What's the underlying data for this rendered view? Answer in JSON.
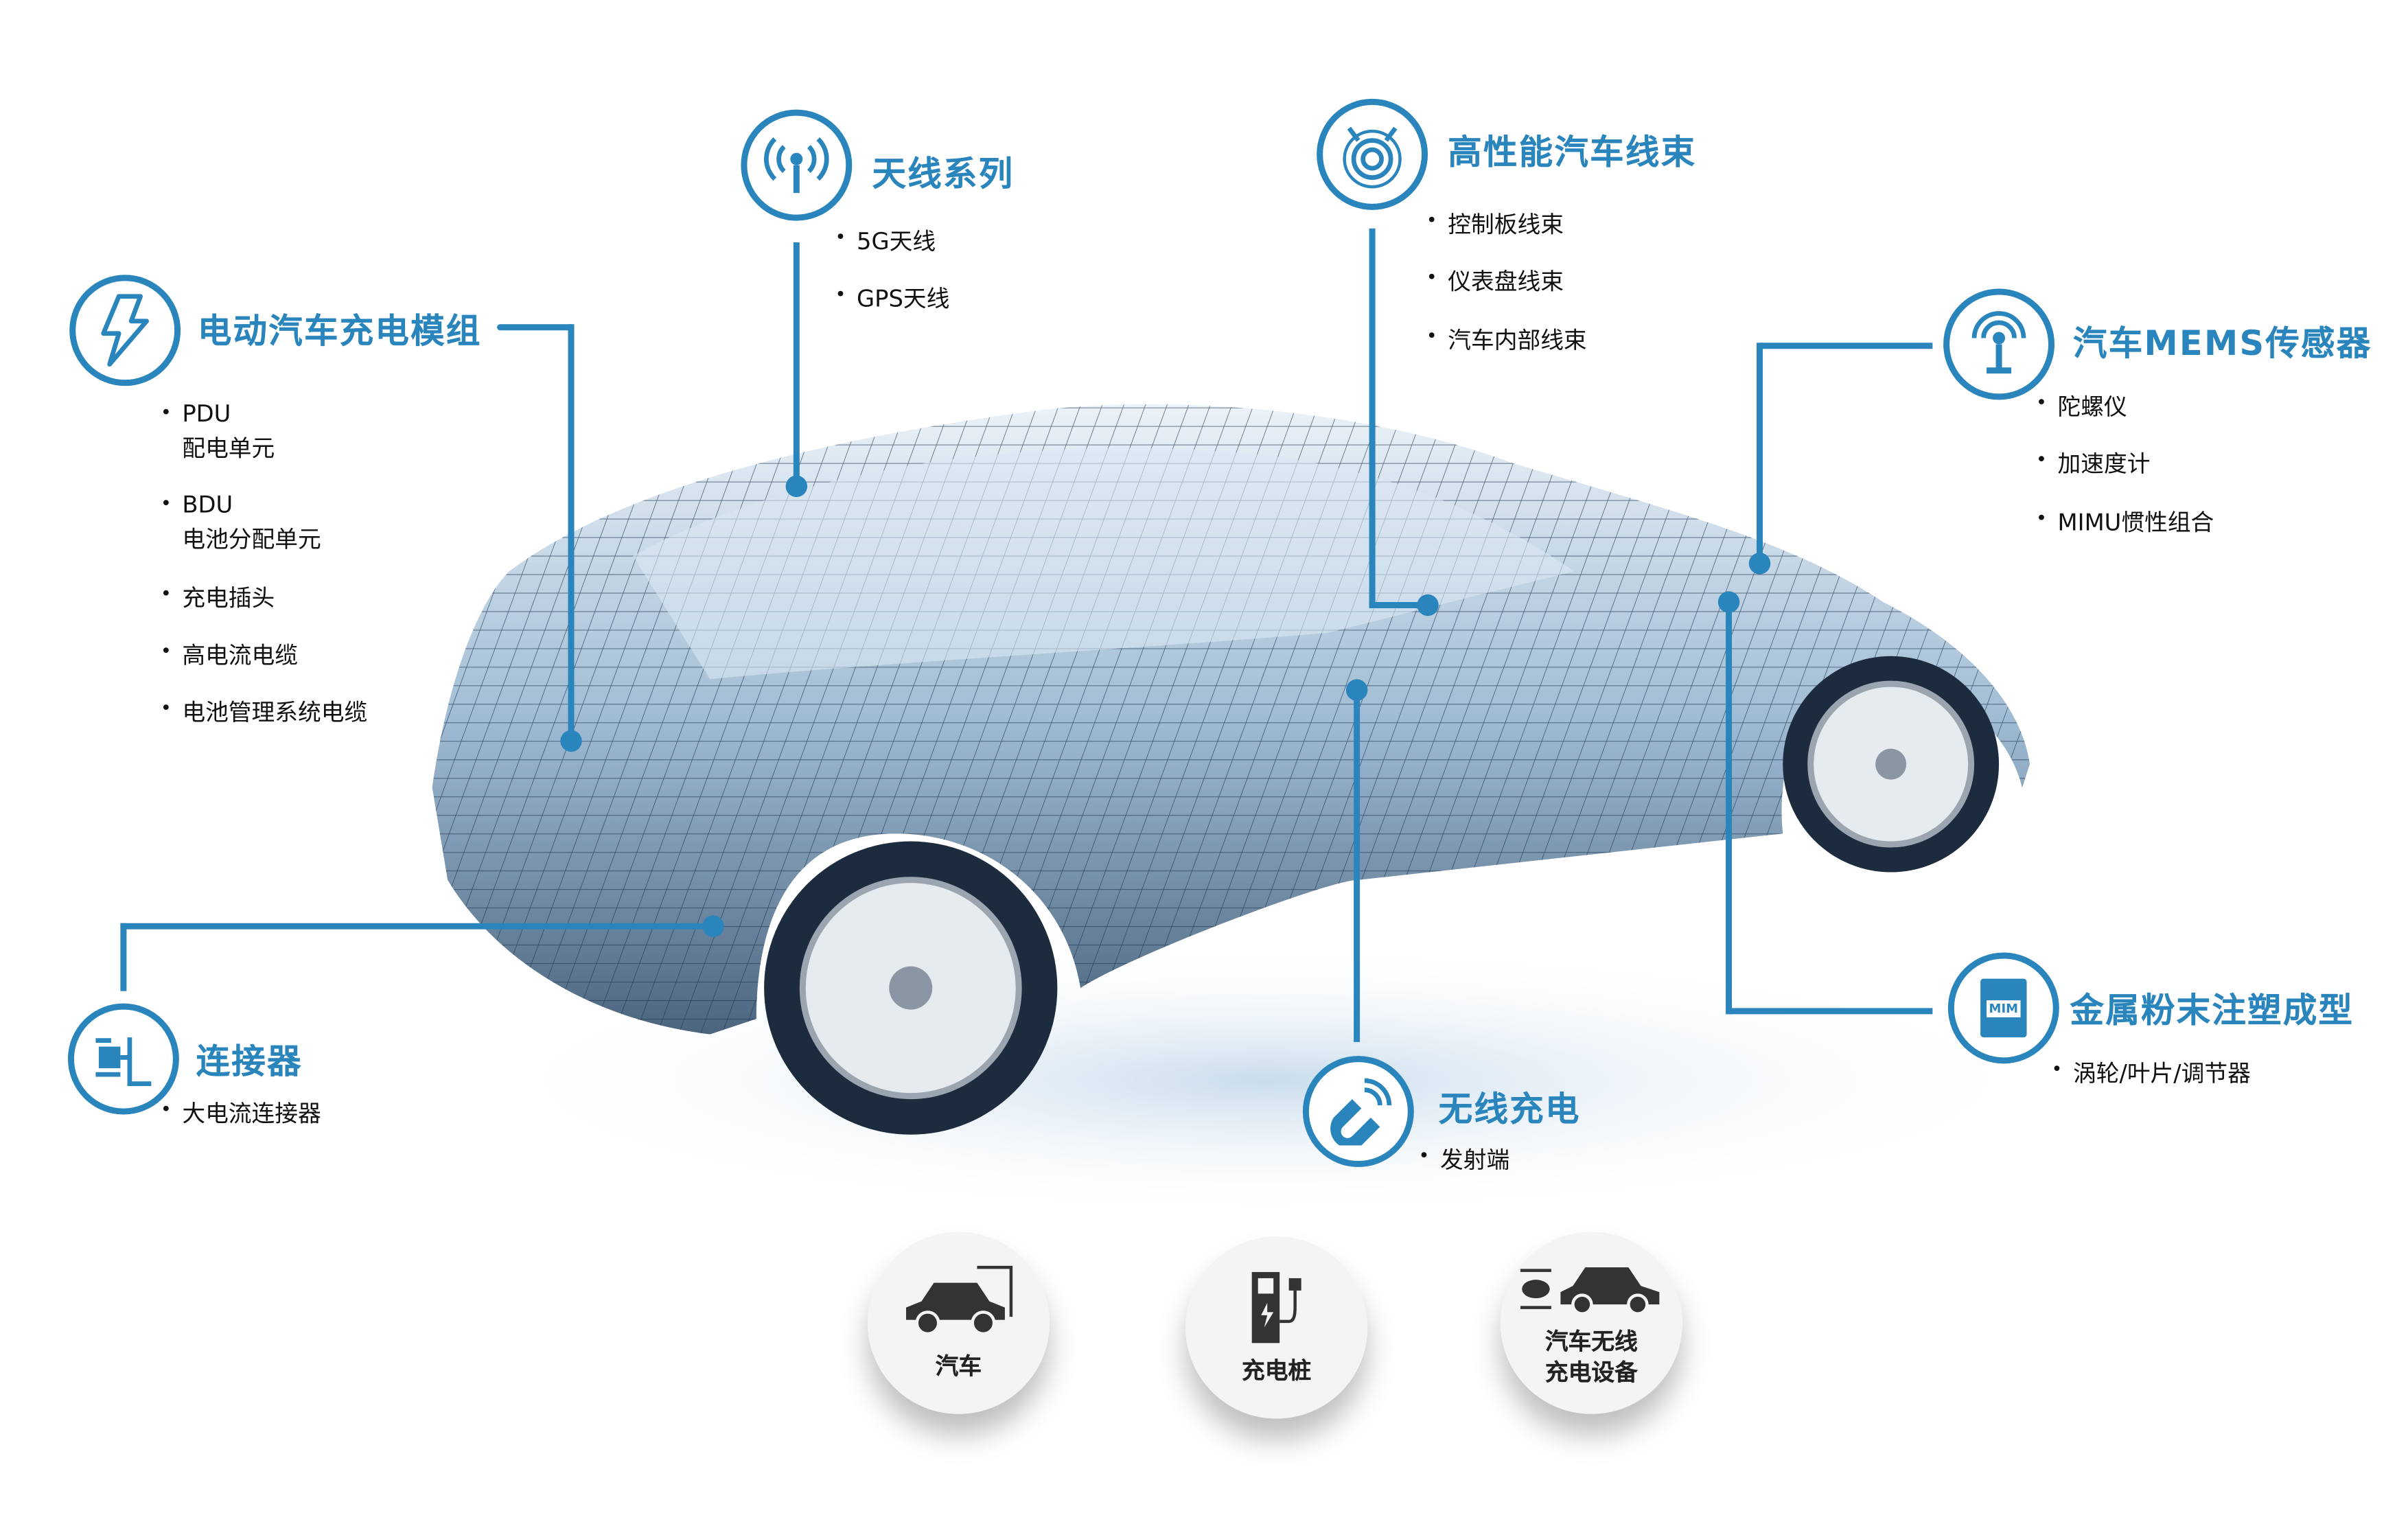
{
  "accent_color": "#2a85bd",
  "sections": {
    "ev_charging": {
      "title": "电动汽车充电模组",
      "icon": "lightning-icon",
      "items": [
        "PDU",
        "配电单元",
        "BDU",
        "电池分配单元",
        "充电插头",
        "高电流电缆",
        "电池管理系统电缆"
      ]
    },
    "antenna": {
      "title": "天线系列",
      "icon": "antenna-icon",
      "items": [
        "5G天线",
        "GPS天线"
      ]
    },
    "harness": {
      "title": "高性能汽车线束",
      "icon": "wire-harness-icon",
      "items": [
        "控制板线束",
        "仪表盘线束",
        "汽车内部线束"
      ]
    },
    "mems": {
      "title": "汽车MEMS传感器",
      "icon": "sensor-icon",
      "items": [
        "陀螺仪",
        "加速度计",
        "MIMU惯性组合"
      ]
    },
    "mim": {
      "title": "金属粉末注塑成型",
      "icon": "mim-file-icon",
      "icon_text": "MIM",
      "items": [
        "涡轮/叶片/调节器"
      ]
    },
    "wireless": {
      "title": "无线充电",
      "icon": "magnet-wireless-icon",
      "items": [
        "发射端"
      ]
    },
    "connector": {
      "title": "连接器",
      "icon": "connector-icon",
      "items": [
        "大电流连接器"
      ]
    }
  },
  "bottom": [
    {
      "label": "汽车",
      "icon": "car-charging-icon"
    },
    {
      "label": "充电桩",
      "icon": "charging-station-icon"
    },
    {
      "label": "汽车无线\n充电设备",
      "icon": "wireless-car-charger-icon"
    }
  ]
}
